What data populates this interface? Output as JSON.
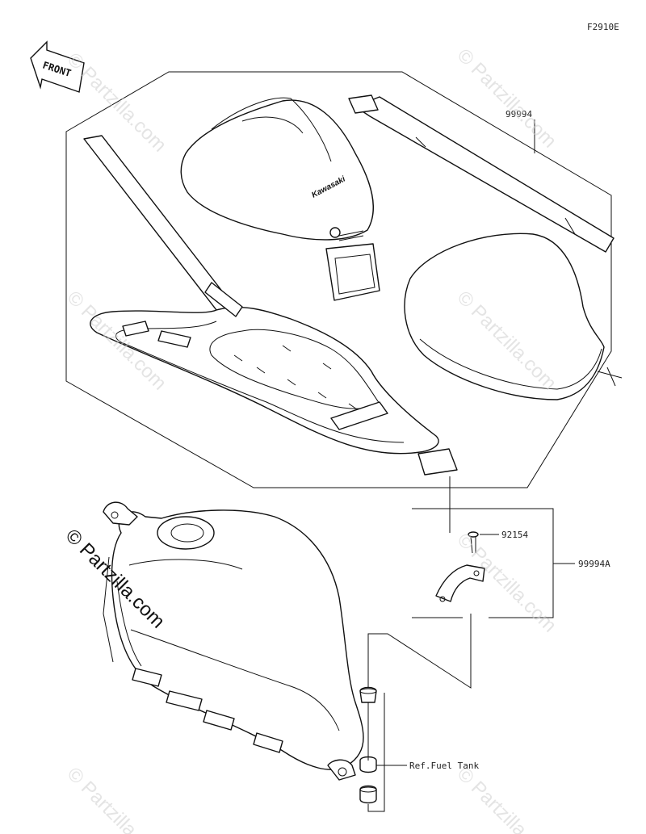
{
  "figure_code": "F2910E",
  "direction_label": "FRONT",
  "watermark_text": "© Partzilla.com",
  "callouts": {
    "strap": "99994",
    "bolt": "92154",
    "bracket_set": "99994A",
    "fuel_tank_ref": "Ref.Fuel Tank"
  },
  "bag_brand": "Kawasaki"
}
